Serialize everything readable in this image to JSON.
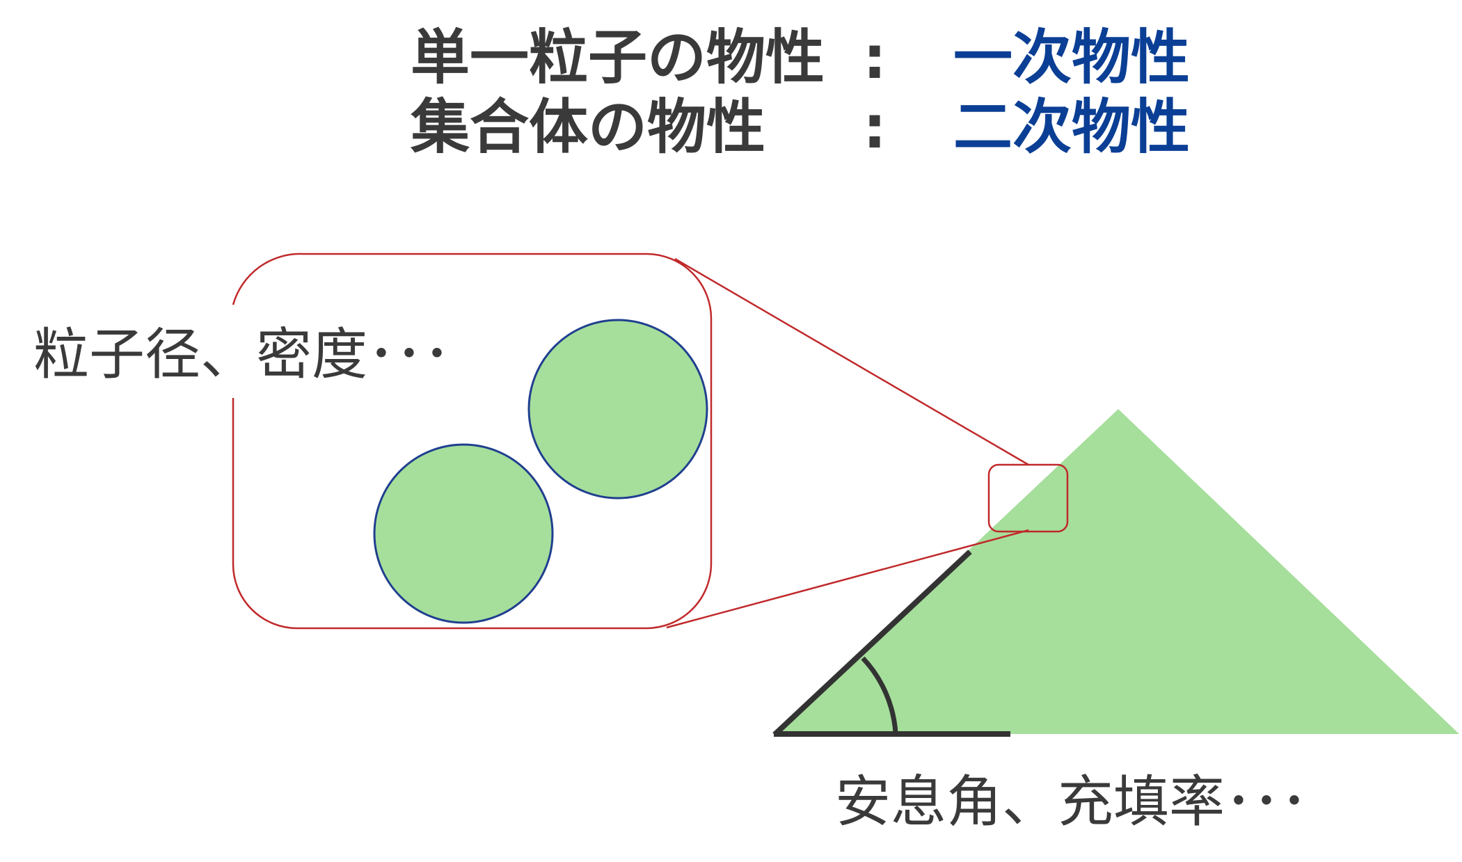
{
  "header": {
    "rows": [
      {
        "label": "単一粒子の物性",
        "separator": ":",
        "value": "一次物性"
      },
      {
        "label": "集合体の物性",
        "separator": ":",
        "value": "二次物性"
      }
    ]
  },
  "labels": {
    "particle_properties": "粒子径、密度･･･",
    "bulk_properties": "安息角、充填率･･･"
  },
  "colors": {
    "heading_text": "#3a3a3a",
    "heading_accent": "#0b3f95",
    "particle_fill": "#a6de9b",
    "particle_stroke": "#1f3f8f",
    "pile_fill": "#a6de9b",
    "zoom_outline": "#c0292b",
    "angle_line": "#333333"
  }
}
